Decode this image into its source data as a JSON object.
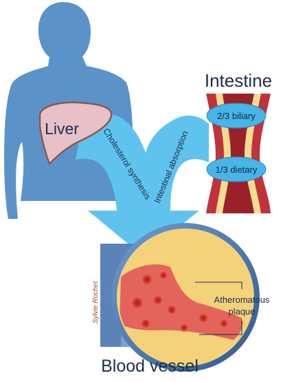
{
  "labels": {
    "liver": "Liver",
    "intestine": "Intestine",
    "biliary": "2/3 biliary",
    "dietary": "1/3 dietary",
    "synthesis": "Cholesterol synthesis",
    "absorption": "Intestinal absorption",
    "plaque_line1": "Atheromatous",
    "plaque_line2": "plaque",
    "blood_vessel": "Blood vessel",
    "signature": "Sylvie Rochet"
  },
  "colors": {
    "silhouette": "#5b93c9",
    "arrow": "#5fc3ee",
    "liver": "#e8c0c8",
    "liver_outline": "#8a5a4a",
    "intestine_wall": "#c0333a",
    "intestine_fat": "#f3dc92",
    "pill": "#47b5e8",
    "plaque": "#f3d27a",
    "blood": "#e2645a",
    "vessel": "#4a76a8"
  }
}
